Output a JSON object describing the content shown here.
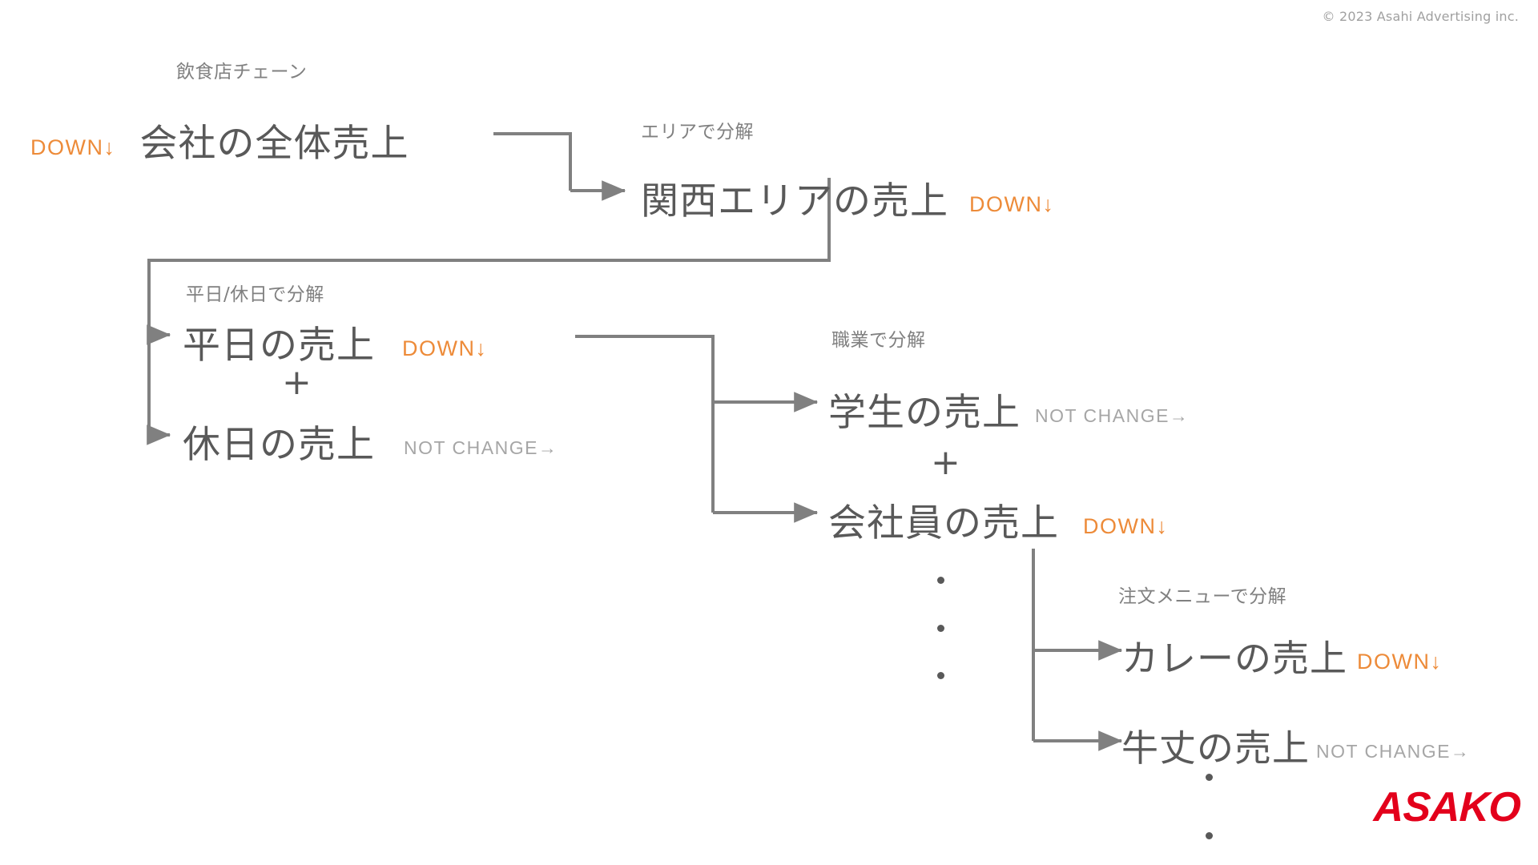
{
  "slide": {
    "copyright": "© 2023 Asahi Advertising inc.",
    "logo": "ASAKO",
    "accent_down_color": "#ED8B39",
    "accent_notchange_color": "#A6A6A6",
    "text_color": "#595959",
    "logo_color": "#E3001B",
    "connector_color": "#808080"
  },
  "tags": {
    "down": "DOWN↓",
    "not_change": "NOT CHANGE→"
  },
  "operators": {
    "plus": "+"
  },
  "nodes": {
    "root": {
      "decomp_label": "飲食店チェーン",
      "label": "会社の全体売上",
      "tag": "DOWN↓"
    },
    "area": {
      "decomp_label": "エリアで分解",
      "label": "関西エリアの売上",
      "tag": "DOWN↓"
    },
    "weekday": {
      "decomp_label": "平日/休日で分解",
      "label": "平日の売上",
      "tag": "DOWN↓"
    },
    "holiday": {
      "label": "休日の売上",
      "tag": "NOT CHANGE→"
    },
    "student": {
      "decomp_label": "職業で分解",
      "label": "学生の売上",
      "tag": "NOT CHANGE→"
    },
    "employee": {
      "label": "会社員の売上",
      "tag": "DOWN↓"
    },
    "curry": {
      "decomp_label": "注文メニューで分解",
      "label": "カレーの売上",
      "tag": "DOWN↓"
    },
    "gyudon": {
      "label": "牛丈の売上",
      "tag": "NOT CHANGE→"
    }
  }
}
